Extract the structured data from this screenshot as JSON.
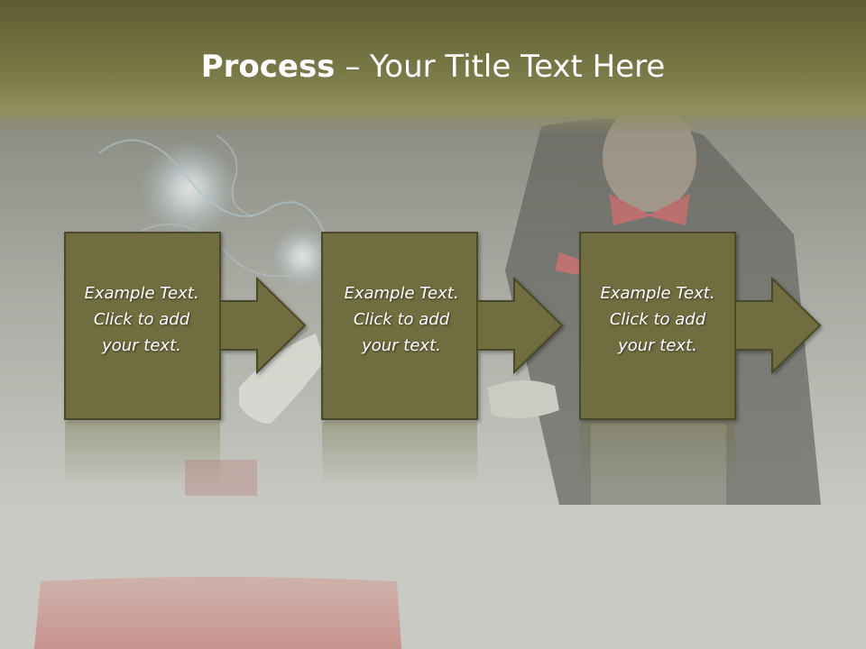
{
  "slide": {
    "title_bold": "Process",
    "title_rest": " – Your Title Text Here"
  },
  "steps": [
    {
      "line1": "Example Text.",
      "line2": "Click  to add",
      "line3": "your text."
    },
    {
      "line1": "Example Text.",
      "line2": "Click  to add",
      "line3": "your text."
    },
    {
      "line1": "Example Text.",
      "line2": "Click  to add",
      "line3": "your text."
    }
  ],
  "colors": {
    "title_band": "#6e6d3c",
    "step_fill": "#6f6d40",
    "step_border": "#4a4928",
    "background": "#c9cac4",
    "accent_red": "#c8222a"
  }
}
